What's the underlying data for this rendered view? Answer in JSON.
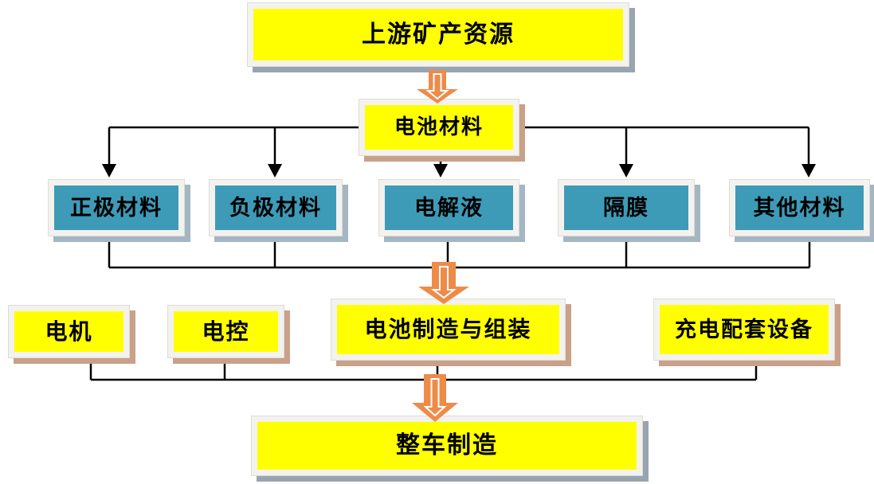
{
  "diagram": {
    "background": "#ffffff",
    "colors": {
      "node_yellow": "#ffff00",
      "node_teal": "#3e9bb7",
      "arrow_orange": "#ed8b49",
      "shadow_tan": "#c9a088",
      "shadow_slate": "#98a5b0",
      "shadow_blue": "#a3b6c2",
      "frame": "#f3f2ef"
    },
    "top_node": {
      "label": "上游矿产资源"
    },
    "hub_node": {
      "label": "电池材料"
    },
    "material_nodes": [
      {
        "label": "正极材料"
      },
      {
        "label": "负极材料"
      },
      {
        "label": "电解液"
      },
      {
        "label": "隔膜"
      },
      {
        "label": "其他材料"
      }
    ],
    "component_nodes": [
      {
        "label": "电机"
      },
      {
        "label": "电控"
      },
      {
        "label": "电池制造与组装"
      },
      {
        "label": "充电配套设备"
      }
    ],
    "final_node": {
      "label": "整车制造"
    },
    "edges": [
      {
        "from": "上游矿产资源",
        "to": "电池材料"
      },
      {
        "from": "电池材料",
        "to": "正极材料"
      },
      {
        "from": "电池材料",
        "to": "负极材料"
      },
      {
        "from": "电池材料",
        "to": "电解液"
      },
      {
        "from": "电池材料",
        "to": "隔膜"
      },
      {
        "from": "电池材料",
        "to": "其他材料"
      },
      {
        "from": "正极材料/负极材料/电解液/隔膜/其他材料",
        "to": "电池制造与组装"
      },
      {
        "from": "电机/电控/电池制造与组装/充电配套设备",
        "to": "整车制造"
      }
    ]
  }
}
